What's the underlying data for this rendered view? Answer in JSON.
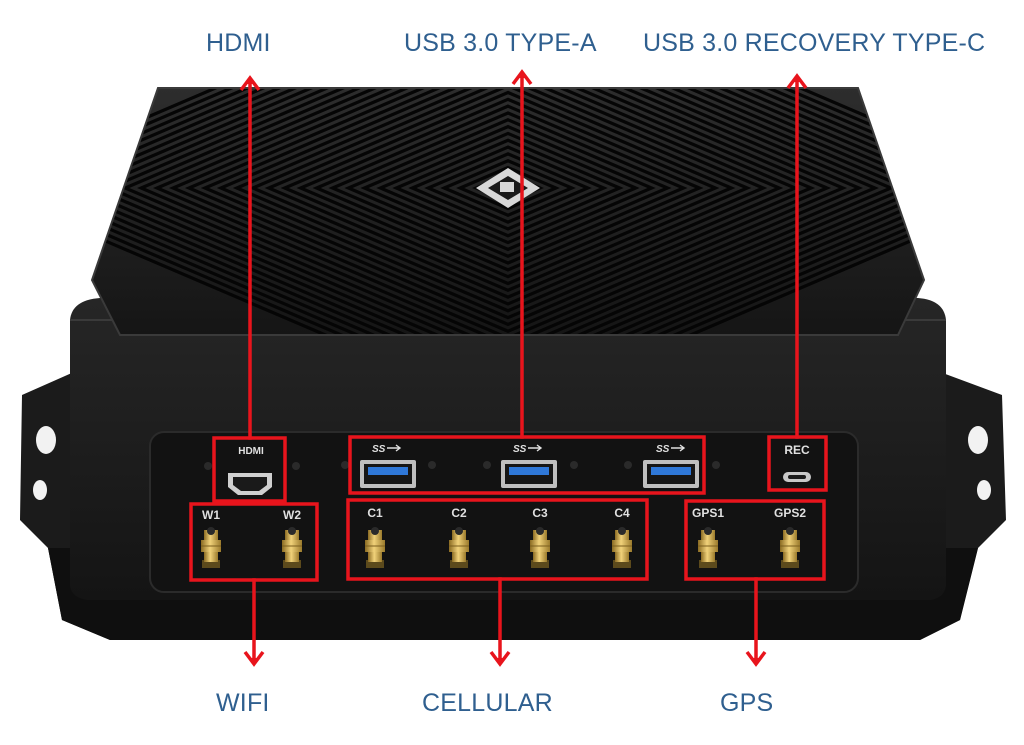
{
  "callouts": {
    "hdmi": "HDMI",
    "usb_type_a": "USB 3.0 TYPE-A",
    "usb_recovery_type_c": "USB 3.0 RECOVERY TYPE-C",
    "wifi": "WIFI",
    "cellular": "CELLULAR",
    "gps": "GPS"
  },
  "port_labels": {
    "hdmi": "HDMI",
    "ss1": "SS",
    "ss2": "SS",
    "ss3": "SS",
    "rec": "REC",
    "w1": "W1",
    "w2": "W2",
    "c1": "C1",
    "c2": "C2",
    "c3": "C3",
    "c4": "C4",
    "gps1": "GPS1",
    "gps2": "GPS2"
  },
  "colors": {
    "callout_text": "#2f5f8f",
    "highlight": "#e8141c",
    "enclosure": "#1a1a1a",
    "usb_port_insert": "#2f78d8",
    "antenna_connector": "#c9a545"
  }
}
